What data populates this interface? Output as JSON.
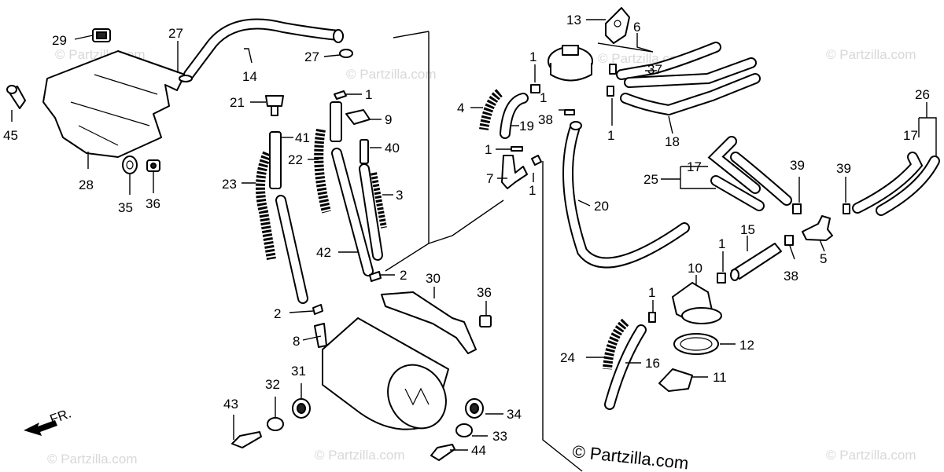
{
  "watermark_text": "© Partzilla.com",
  "copyright": "© Partzilla.com",
  "front_indicator": "FR.",
  "callouts": [
    "1",
    "2",
    "3",
    "4",
    "5",
    "6",
    "7",
    "8",
    "9",
    "10",
    "11",
    "12",
    "13",
    "14",
    "15",
    "16",
    "17",
    "18",
    "19",
    "20",
    "21",
    "22",
    "23",
    "24",
    "25",
    "26",
    "27",
    "28",
    "29",
    "30",
    "31",
    "32",
    "33",
    "34",
    "35",
    "36",
    "37",
    "38",
    "39",
    "40",
    "41",
    "42",
    "43",
    "44",
    "45"
  ]
}
